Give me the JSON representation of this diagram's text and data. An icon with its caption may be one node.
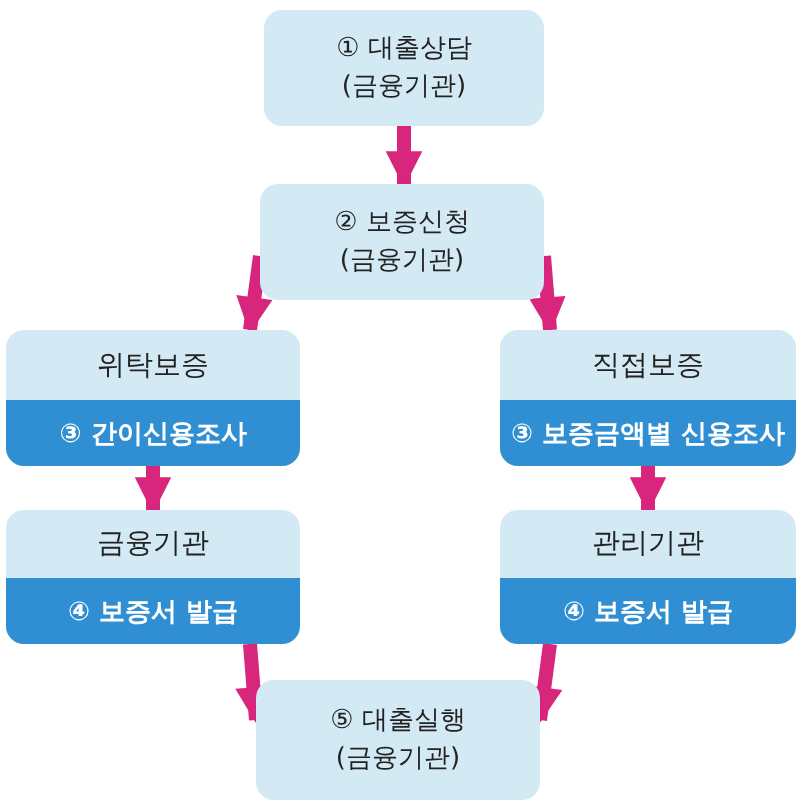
{
  "diagram": {
    "nodes": [
      {
        "text": [
          "① 대출상담",
          "(금융기관)"
        ]
      },
      {
        "text": [
          "② 보증신청",
          "(금융기관)"
        ]
      },
      {
        "text": [
          "위탁보증",
          "③ 간이신용조사"
        ]
      },
      {
        "text": [
          "직접보증",
          "③ 보증금액별 신용조사"
        ]
      },
      {
        "text": [
          "금융기관",
          "④ 보증서 발급"
        ]
      },
      {
        "text": [
          "관리기관",
          "④ 보증서 발급"
        ]
      },
      {
        "text": [
          "⑤ 대출실행",
          "(금융기관)"
        ]
      }
    ],
    "edges": [
      {
        "from": 0,
        "to": 1,
        "arrow": "to"
      },
      {
        "from": 1,
        "to": 2,
        "arrow": "to"
      },
      {
        "from": 1,
        "to": 3,
        "arrow": "to"
      },
      {
        "from": 2,
        "to": 4,
        "arrow": "to"
      },
      {
        "from": 3,
        "to": 5,
        "arrow": "to"
      },
      {
        "from": 4,
        "to": 6,
        "arrow": "to"
      },
      {
        "from": 5,
        "to": 6,
        "arrow": "to"
      }
    ]
  }
}
